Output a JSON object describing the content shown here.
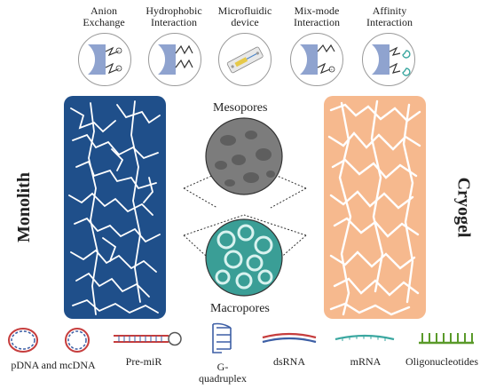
{
  "top_modes": [
    {
      "label_line1": "Anion",
      "label_line2": "Exchange",
      "icon": "anion-exchange-icon"
    },
    {
      "label_line1": "Hydrophobic",
      "label_line2": "Interaction",
      "icon": "hydrophobic-interaction-icon"
    },
    {
      "label_line1": "Microfluidic",
      "label_line2": "device",
      "icon": "microfluidic-device-icon"
    },
    {
      "label_line1": "Mix-mode",
      "label_line2": "Interaction",
      "icon": "mix-mode-interaction-icon"
    },
    {
      "label_line1": "Affinity",
      "label_line2": "Interaction",
      "icon": "affinity-interaction-icon"
    }
  ],
  "left_block": {
    "label": "Monolith",
    "color": "#1f4f8a"
  },
  "right_block": {
    "label": "Cryogel",
    "color": "#f6b98e"
  },
  "pores": {
    "top_label": "Mesopores",
    "bottom_label": "Macropores",
    "meso_color": "#7c7c7c",
    "macro_color": "#3a9e96"
  },
  "molecules": [
    {
      "label": "pDNA and mcDNA",
      "icon": "plasmid-dna-icon"
    },
    {
      "label": "Pre-miR",
      "icon": "pre-mir-hairpin-icon"
    },
    {
      "label_line1": "G-",
      "label_line2": "quadruplex",
      "icon": "g-quadruplex-icon"
    },
    {
      "label": "dsRNA",
      "icon": "dsrna-icon"
    },
    {
      "label": "mRNA",
      "icon": "mrna-icon"
    },
    {
      "label": "Oligonucleotides",
      "icon": "oligonucleotides-icon"
    }
  ]
}
